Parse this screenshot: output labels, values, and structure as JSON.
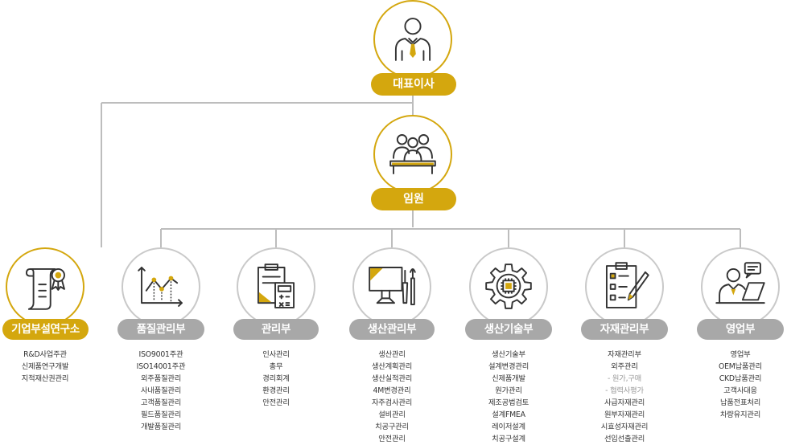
{
  "colors": {
    "accent": "#d4a70e",
    "grey": "#a8a8a8",
    "line": "#bdbdbd",
    "text": "#333333"
  },
  "ceo": {
    "label": "대표이사",
    "icon": "ceo-person-icon"
  },
  "executives": {
    "label": "임원",
    "icon": "executives-meeting-icon"
  },
  "departments": [
    {
      "name": "기업부설연구소",
      "icon": "certificate-scroll-icon",
      "highlight": true,
      "duties": [
        {
          "text": "R&D사업주관"
        },
        {
          "text": "신제품연구개발"
        },
        {
          "text": "지적재산권관리"
        }
      ]
    },
    {
      "name": "품질관리부",
      "icon": "line-chart-icon",
      "highlight": false,
      "duties": [
        {
          "text": "ISO9001주관"
        },
        {
          "text": "ISO14001주관"
        },
        {
          "text": "외주품질관리"
        },
        {
          "text": "사내품질관리"
        },
        {
          "text": "고객품질관리"
        },
        {
          "text": "필드품질관리"
        },
        {
          "text": "개발품질관리"
        }
      ]
    },
    {
      "name": "관리부",
      "icon": "clipboard-calculator-icon",
      "highlight": false,
      "duties": [
        {
          "text": "인사관리"
        },
        {
          "text": "총무"
        },
        {
          "text": "경리회계"
        },
        {
          "text": "환경관리"
        },
        {
          "text": "안전관리"
        }
      ]
    },
    {
      "name": "생산관리부",
      "icon": "monitor-tools-icon",
      "highlight": false,
      "duties": [
        {
          "text": "생산관리"
        },
        {
          "text": "생산계획관리"
        },
        {
          "text": "생산실적관리"
        },
        {
          "text": "4M변경관리"
        },
        {
          "text": "자주검사관리"
        },
        {
          "text": "설비관리"
        },
        {
          "text": "치공구관리"
        },
        {
          "text": "안전관리"
        }
      ]
    },
    {
      "name": "생산기술부",
      "icon": "gear-chip-icon",
      "highlight": false,
      "duties": [
        {
          "text": "생산기술부"
        },
        {
          "text": "설계변경관리"
        },
        {
          "text": "신제품개발"
        },
        {
          "text": "원가관리"
        },
        {
          "text": "제조공법검토"
        },
        {
          "text": "설계FMEA"
        },
        {
          "text": "레이저설계"
        },
        {
          "text": "치공구설계"
        }
      ]
    },
    {
      "name": "자재관리부",
      "icon": "checklist-pen-icon",
      "highlight": false,
      "duties": [
        {
          "text": "자재관리부"
        },
        {
          "text": "외주관리"
        },
        {
          "text": "- 원가,구매",
          "sub": true
        },
        {
          "text": "- 협력사평가",
          "sub": true
        },
        {
          "text": "사급자재관리"
        },
        {
          "text": "원부자재관리"
        },
        {
          "text": "시효성자재관리"
        },
        {
          "text": "선입선출관리"
        }
      ]
    },
    {
      "name": "영업부",
      "icon": "sales-person-laptop-icon",
      "highlight": false,
      "duties": [
        {
          "text": "영업부"
        },
        {
          "text": "OEM납품관리"
        },
        {
          "text": "CKD납품관리"
        },
        {
          "text": "고객사대응"
        },
        {
          "text": "납품전표처리"
        },
        {
          "text": "차량유지관리"
        }
      ]
    }
  ]
}
